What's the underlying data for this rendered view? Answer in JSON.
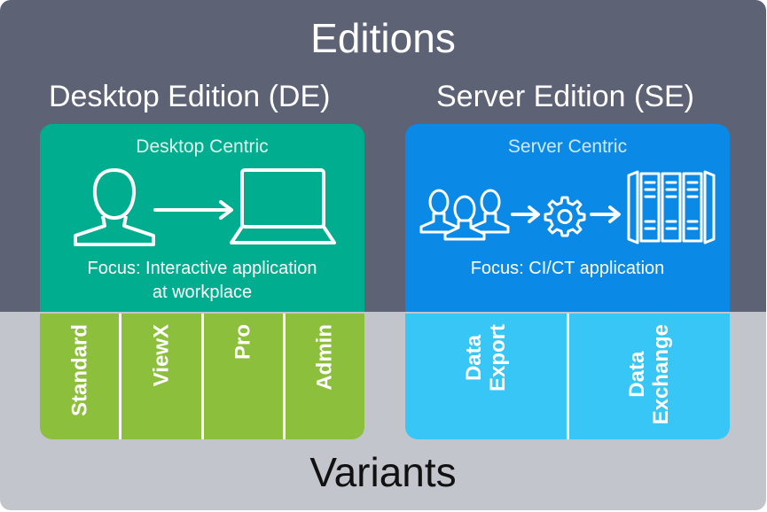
{
  "editions": {
    "title": "Editions",
    "desktop": {
      "heading": "Desktop Edition (DE)",
      "subtitle": "Desktop Centric",
      "focus_line1": "Focus: Interactive application",
      "focus_line2": "at workplace",
      "icons": [
        "user-icon",
        "arrow-right-icon",
        "laptop-icon"
      ],
      "color": "#00ad8e"
    },
    "server": {
      "heading": "Server Edition (SE)",
      "subtitle": "Server Centric",
      "focus_line1": "Focus: CI/CT application",
      "icons": [
        "user-group-icon",
        "arrow-right-icon",
        "gear-icon",
        "arrow-right-icon",
        "server-rack-icon"
      ],
      "color": "#0a8ae6"
    },
    "band_color": "#5d6274"
  },
  "variants": {
    "title": "Variants",
    "band_color": "#c3c5cc",
    "desktop_color": "#8bbf3c",
    "server_color": "#38c6f6",
    "desktop": [
      {
        "line1": "Standard"
      },
      {
        "line1": "ViewX"
      },
      {
        "line1": "Pro"
      },
      {
        "line1": "Admin"
      }
    ],
    "server": [
      {
        "line1": "Data",
        "line2": "Export"
      },
      {
        "line1": "Data",
        "line2": "Exchange"
      }
    ]
  }
}
